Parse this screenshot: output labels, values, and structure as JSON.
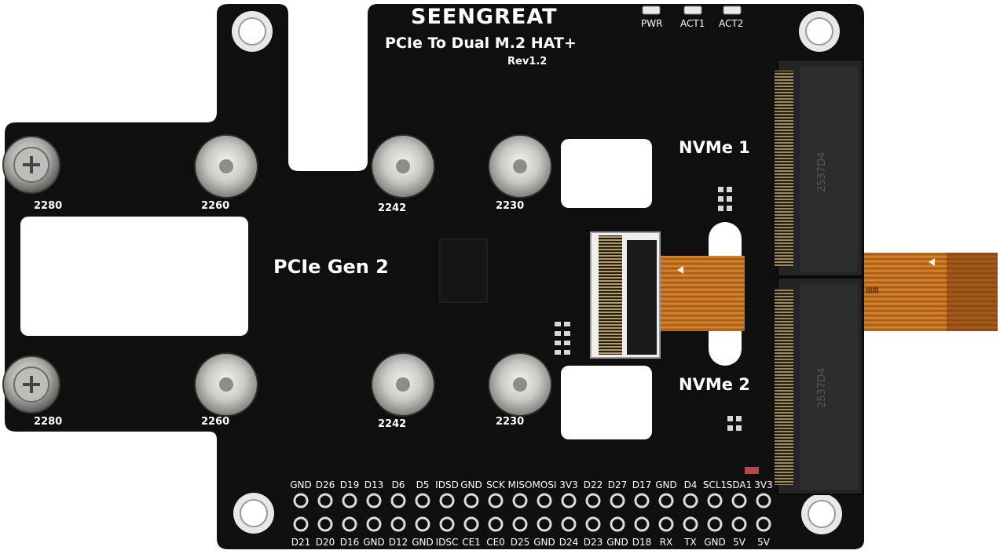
{
  "board": {
    "brand": "SEENGREAT",
    "product": "PCIe To Dual M.2 HAT+",
    "revision": "Rev1.2",
    "leds": [
      "PWR",
      "ACT1",
      "ACT2"
    ],
    "slot1": "NVMe 1",
    "slot2": "NVMe 2",
    "interface": "PCIe Gen 2",
    "connector_marking_top": "2537D4",
    "connector_marking_bottom": "2537D4",
    "ribbon_marking": "mm"
  },
  "sizes_top": [
    "2280",
    "2260",
    "2242",
    "2230"
  ],
  "sizes_bottom": [
    "2280",
    "2260",
    "2242",
    "2230"
  ],
  "gpio_top": [
    "GND",
    "D26",
    "D19",
    "D13",
    "D6",
    "D5",
    "IDSD",
    "GND",
    "SCK",
    "MISO",
    "MOSI",
    "3V3",
    "D22",
    "D27",
    "D17",
    "GND",
    "D4",
    "SCL1",
    "SDA1",
    "3V3"
  ],
  "gpio_bottom": [
    "D21",
    "D20",
    "D16",
    "GND",
    "D12",
    "GND",
    "IDSC",
    "CE1",
    "CE0",
    "D25",
    "GND",
    "D24",
    "D23",
    "GND",
    "D18",
    "RX",
    "TX",
    "GND",
    "5V",
    "5V"
  ],
  "colors": {
    "pcb": "#0f0f10",
    "silkscreen": "#ffffff",
    "connector": "#1c1c1c",
    "ribbon": "#c9731c",
    "standoff": "#c8c8c4"
  }
}
